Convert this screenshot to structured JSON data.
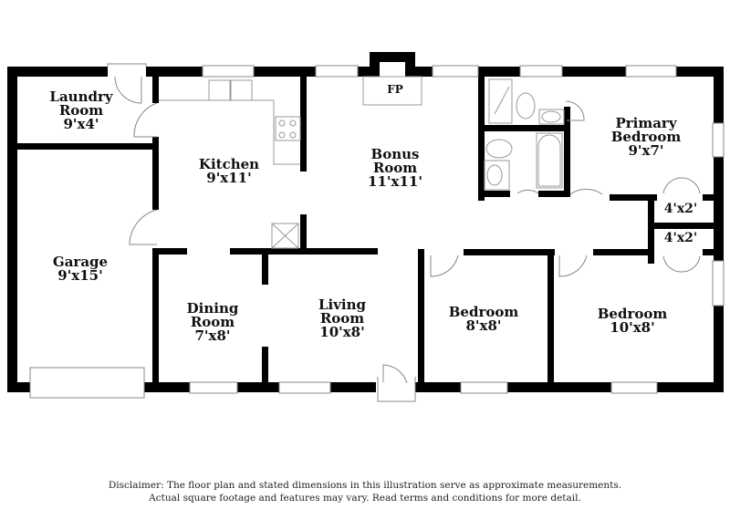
{
  "floorplan": {
    "rooms": [
      {
        "id": "laundry",
        "name_line1": "Laundry",
        "name_line2": "Room",
        "dims": "9'x4'"
      },
      {
        "id": "kitchen",
        "name_line1": "Kitchen",
        "name_line2": "",
        "dims": "9'x11'"
      },
      {
        "id": "bonus",
        "name_line1": "Bonus",
        "name_line2": "Room",
        "dims": "11'x11'"
      },
      {
        "id": "primary-bedroom",
        "name_line1": "Primary",
        "name_line2": "Bedroom",
        "dims": "9'x7'"
      },
      {
        "id": "garage",
        "name_line1": "Garage",
        "name_line2": "",
        "dims": "9'x15'"
      },
      {
        "id": "dining",
        "name_line1": "Dining",
        "name_line2": "Room",
        "dims": "7'x8'"
      },
      {
        "id": "living",
        "name_line1": "Living",
        "name_line2": "Room",
        "dims": "10'x8'"
      },
      {
        "id": "bedroom-2",
        "name_line1": "Bedroom",
        "name_line2": "",
        "dims": "8'x8'"
      },
      {
        "id": "bedroom-3",
        "name_line1": "Bedroom",
        "name_line2": "",
        "dims": "10'x8'"
      }
    ],
    "closets": [
      {
        "id": "closet-1",
        "dims": "4'x2'"
      },
      {
        "id": "closet-2",
        "dims": "4'x2'"
      }
    ],
    "fireplace_label": "FP",
    "colors": {
      "wall": "#000000",
      "fixture": "#999999",
      "background": "#ffffff"
    }
  },
  "disclaimer": {
    "line1": "Disclaimer: The floor plan and stated dimensions in this illustration serve as approximate measurements.",
    "line2": "Actual square footage and features may vary. Read terms and conditions for more detail."
  }
}
